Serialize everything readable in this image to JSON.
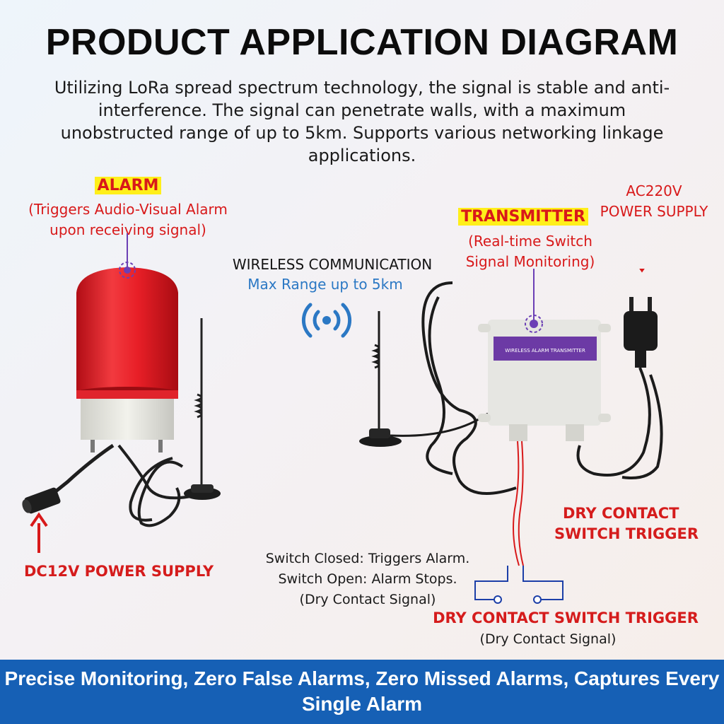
{
  "title": "PRODUCT APPLICATION DIAGRAM",
  "intro": "Utilizing LoRa spread spectrum technology, the signal is stable and anti-interference. The signal can penetrate walls, with a maximum unobstructed range of up to 5km. Supports various networking linkage applications.",
  "alarm": {
    "label": "ALARM",
    "desc_line1": "(Triggers Audio-Visual Alarm",
    "desc_line2": "upon receiving signal)",
    "power": "DC12V POWER SUPPLY"
  },
  "wireless": {
    "label": "WIRELESS COMMUNICATION",
    "range": "Max Range up to 5km"
  },
  "transmitter": {
    "label": "TRANSMITTER",
    "desc_line1": "(Real-time Switch",
    "desc_line2": "Signal Monitoring)",
    "plate_text": "WIRELESS ALARM TRANSMITTER",
    "power_line1": "AC220V",
    "power_line2": "POWER SUPPLY",
    "dry_line1": "DRY CONTACT",
    "dry_line2": "SWITCH TRIGGER"
  },
  "switch_note": {
    "line1": "Switch Closed: Triggers Alarm.",
    "line2": "Switch Open: Alarm Stops.",
    "line3": "(Dry Contact Signal)"
  },
  "switch_trigger": {
    "label": "DRY CONTACT SWITCH TRIGGER",
    "sub": "(Dry Contact Signal)"
  },
  "footer": "Precise Monitoring, Zero False Alarms, Zero Missed Alarms, Captures Every Single Alarm",
  "colors": {
    "accent_red": "#d8191a",
    "highlight_yellow": "#ffef1a",
    "wireless_blue": "#2b78c4",
    "footer_blue": "#1660b5",
    "marker_purple": "#6b3fb5"
  }
}
